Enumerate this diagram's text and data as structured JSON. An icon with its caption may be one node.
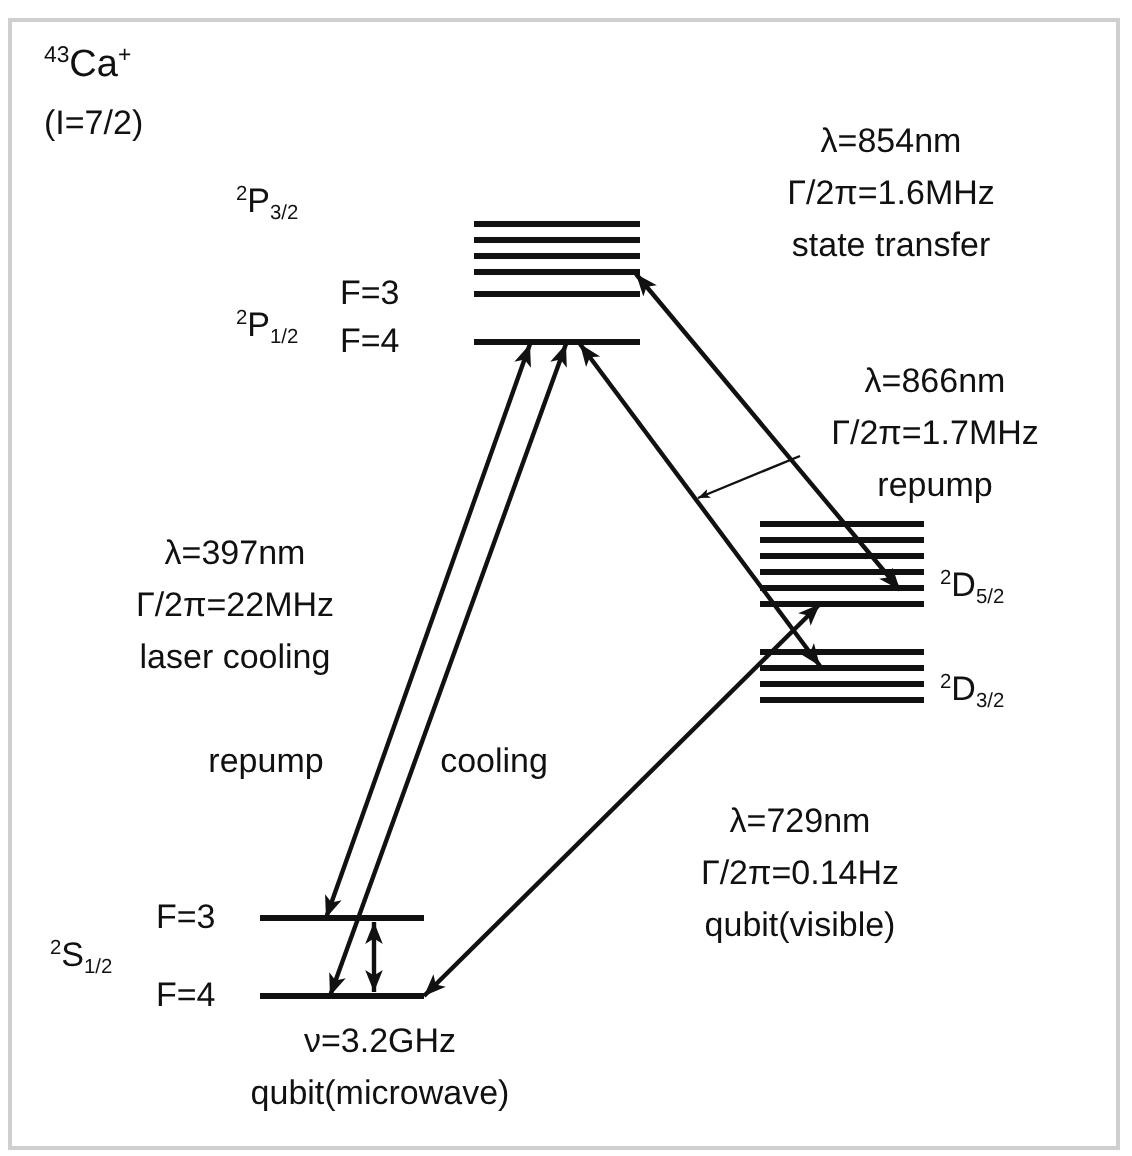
{
  "diagram": {
    "nodes": [
      {
        "text": [
          "$^{2}$P$_{3/2}$"
        ]
      },
      {
        "text": [
          "$^{2}$P$_{1/2}$"
        ]
      },
      {
        "text": [
          "F=3"
        ],
        "in": 1
      },
      {
        "text": [
          "F=4"
        ],
        "in": 1
      },
      {
        "text": [
          "$^{2}$D$_{5/2}$"
        ]
      },
      {
        "text": [
          "$^{2}$D$_{3/2}$"
        ]
      },
      {
        "text": [
          "$^{2}$S$_{1/2}$"
        ]
      },
      {
        "text": [
          "F=3"
        ],
        "in": 6
      },
      {
        "text": [
          "F=4"
        ],
        "in": 6
      },
      {
        "text": [
          "λ=866nm Γ/2π=1.7MHz repump"
        ]
      }
    ],
    "edges": [
      {
        "from": 0,
        "to": 4,
        "arrow": "both",
        "label": "λ=854nm Γ/2π=1.6MHz state transfer"
      },
      {
        "from": 3,
        "to": 5,
        "arrow": "both"
      },
      {
        "from": 8,
        "to": 4,
        "arrow": "both",
        "label": "λ=729nm Γ/2π=0.14Hz qubit(visible)"
      },
      {
        "from": 3,
        "to": 7,
        "arrow": "both",
        "label": "repump"
      },
      {
        "from": 8,
        "to": 3,
        "arrow": "both",
        "label": "cooling"
      },
      {
        "from": 7,
        "to": 8,
        "arrow": "both",
        "label": "ν=3.2GHz qubit(microwave)"
      },
      {
        "from": 9,
        "to": null,
        "arrow": "to"
      }
    ],
    "labels": [
      "$^{43}$Ca$^{+}$",
      "(I=7/2)",
      "λ=397nm Γ/2π=22MHz laser cooling"
    ]
  }
}
